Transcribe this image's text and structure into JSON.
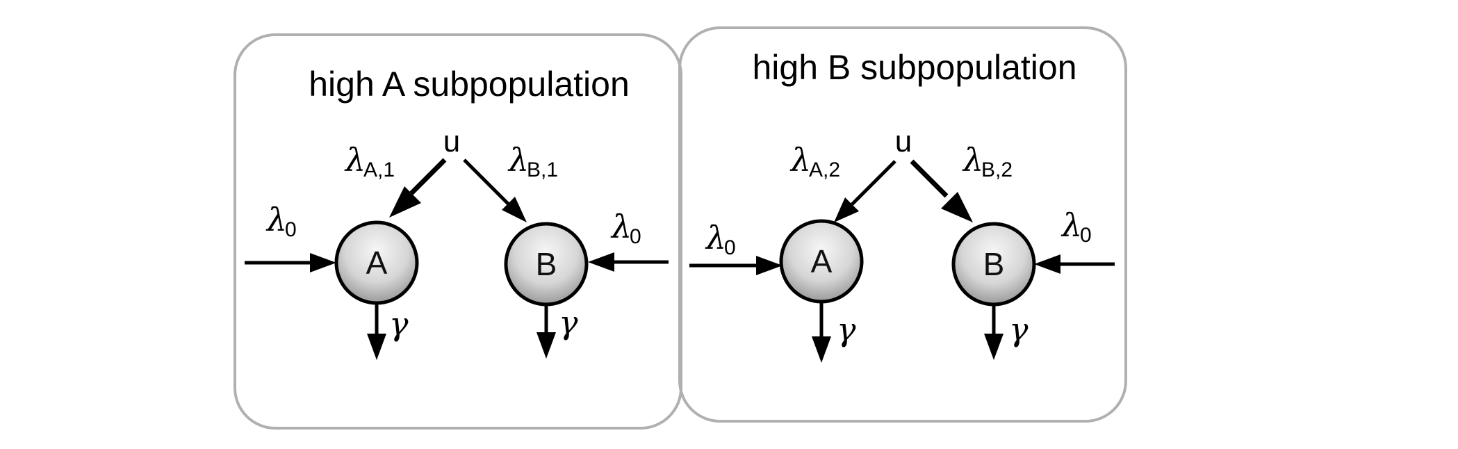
{
  "panels": [
    {
      "title": "high A subpopulation",
      "source_label": "u",
      "rate_a": {
        "symbol": "λ",
        "subscript": "A,1"
      },
      "rate_b": {
        "symbol": "λ",
        "subscript": "B,1"
      },
      "basal_left": {
        "symbol": "λ",
        "subscript": "0"
      },
      "basal_right": {
        "symbol": "λ",
        "subscript": "0"
      },
      "node_a": "A",
      "node_b": "B",
      "decay_a": "γ",
      "decay_b": "γ",
      "emphasized_arrow": "A"
    },
    {
      "title": "high B subpopulation",
      "source_label": "u",
      "rate_a": {
        "symbol": "λ",
        "subscript": "A,2"
      },
      "rate_b": {
        "symbol": "λ",
        "subscript": "B,2"
      },
      "basal_left": {
        "symbol": "λ",
        "subscript": "0"
      },
      "basal_right": {
        "symbol": "λ",
        "subscript": "0"
      },
      "node_a": "A",
      "node_b": "B",
      "decay_a": "γ",
      "decay_b": "γ",
      "emphasized_arrow": "B"
    }
  ],
  "colors": {
    "panel_border": "#b0b0b0",
    "node_fill_top": "#f4f4f4",
    "node_fill_bottom": "#a8a8a8",
    "stroke": "#000000"
  }
}
